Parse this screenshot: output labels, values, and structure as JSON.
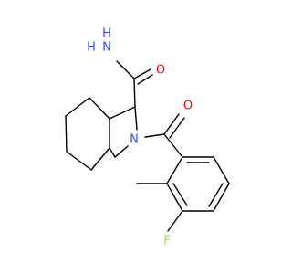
{
  "structure": {
    "atom_labels": {
      "amide_nitrogen": "N",
      "amide_hydrogen_1": "H",
      "amide_hydrogen_2": "H",
      "amide_oxygen": "O",
      "ring_nitrogen": "N",
      "ketone_oxygen": "O",
      "fluorine": "F"
    }
  },
  "colors": {
    "bond": "#000000",
    "nitrogen": "#3050F8",
    "oxygen": "#FF0D0D",
    "fluorine": "#90E050"
  }
}
